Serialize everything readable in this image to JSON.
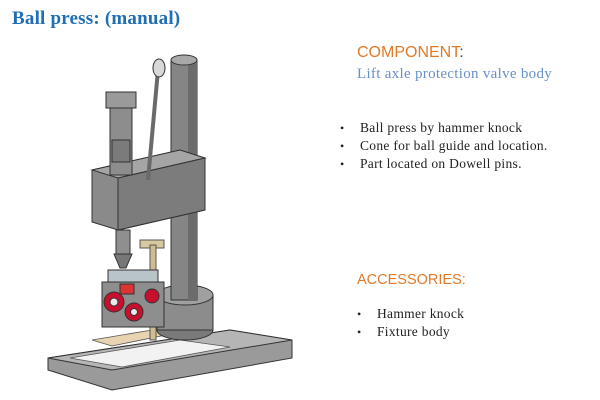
{
  "slide": {
    "title": "Ball press: (manual)"
  },
  "component": {
    "heading": "COMPONENT",
    "heading_suffix": ":",
    "name": "Lift axle protection valve body"
  },
  "features": [
    "Ball press by hammer knock",
    "Cone for ball guide and location.",
    "Part located on Dowell pins."
  ],
  "accessories": {
    "heading": "ACCESSORIES:",
    "items": [
      "Hammer knock",
      "Fixture body"
    ]
  },
  "colors": {
    "title": "#1f6fb6",
    "heading": "#e07a2a",
    "subheading": "#6a8fc9",
    "machine_gray": "#8c8c8c",
    "fixture_red": "#c8102e"
  }
}
